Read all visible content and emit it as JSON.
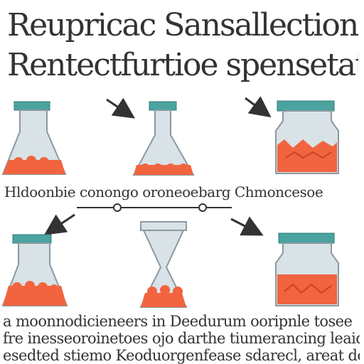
{
  "title": {
    "line1": "Reupricac Sansallection",
    "line2": "Rentectfurtioe spensetatio"
  },
  "middle_label": "Hldoonbie conongo oroneoebarg Chmoncesoe",
  "footer": {
    "line1": "a moonnodicieneers in Deedurum ooripnle tosee",
    "line2": "fre inesseoroinetoes ojo darthe tiumerancing leaideneer",
    "line3": "esedted stiemo Keoduorgenfease sdarecl, areat doh"
  },
  "colors": {
    "flask_body": "#d9e2e6",
    "flask_outline": "#8a9aa0",
    "cap_teal": "#4ba3a0",
    "liquid_orange": "#f1643f",
    "arrow": "#333333"
  },
  "icons": [
    "flask-icon",
    "hourglass-flask-icon",
    "jar-icon",
    "arrow-icon"
  ]
}
